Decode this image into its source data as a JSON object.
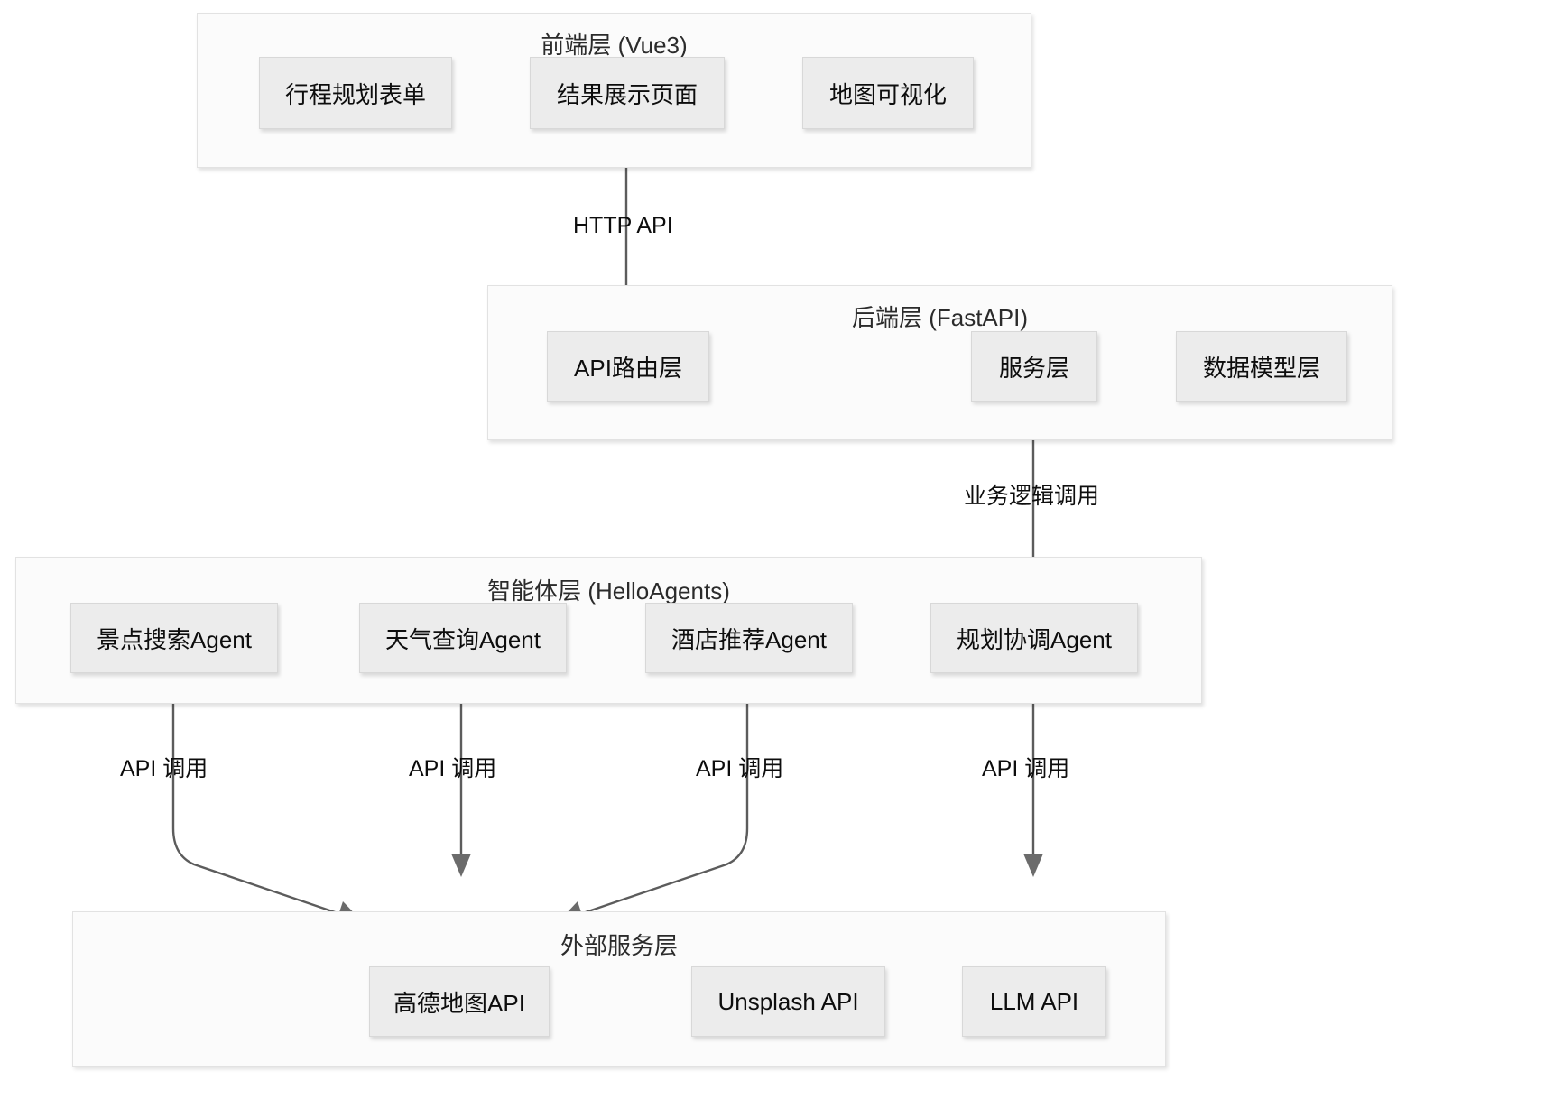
{
  "diagram": {
    "title": "Travel Planning System Architecture",
    "background": "#ffffff",
    "node_fill": "#ececec",
    "node_border": "#d8d8d8",
    "layer_fill": "#fbfbfb",
    "layer_border": "#e2e2e2",
    "edge_color": "#5c5c5c"
  },
  "layers": [
    {
      "id": "frontend",
      "title": "前端层 (Vue3)",
      "nodes": [
        {
          "id": "trip-form",
          "label": "行程规划表单"
        },
        {
          "id": "result-page",
          "label": "结果展示页面"
        },
        {
          "id": "map-vis",
          "label": "地图可视化"
        }
      ]
    },
    {
      "id": "backend",
      "title": "后端层 (FastAPI)",
      "nodes": [
        {
          "id": "api-router",
          "label": "API路由层"
        },
        {
          "id": "service",
          "label": "服务层"
        },
        {
          "id": "data-model",
          "label": "数据模型层"
        }
      ]
    },
    {
      "id": "agent",
      "title": "智能体层 (HelloAgents)",
      "nodes": [
        {
          "id": "spot-agent",
          "label": "景点搜索Agent"
        },
        {
          "id": "weather-agent",
          "label": "天气查询Agent"
        },
        {
          "id": "hotel-agent",
          "label": "酒店推荐Agent"
        },
        {
          "id": "planner-agent",
          "label": "规划协调Agent"
        }
      ]
    },
    {
      "id": "external",
      "title": "外部服务层",
      "nodes": [
        {
          "id": "amap-api",
          "label": "高德地图API"
        },
        {
          "id": "unsplash-api",
          "label": "Unsplash API"
        },
        {
          "id": "llm-api",
          "label": "LLM API"
        }
      ]
    }
  ],
  "edges": [
    {
      "id": "e-http",
      "from": "result-page",
      "to": "api-router",
      "label": "HTTP API"
    },
    {
      "id": "e-business",
      "from": "service",
      "to": "planner-agent",
      "label": "业务逻辑调用"
    },
    {
      "id": "e-spot",
      "from": "spot-agent",
      "to": "amap-api",
      "label": "API 调用"
    },
    {
      "id": "e-weather",
      "from": "weather-agent",
      "to": "amap-api",
      "label": "API 调用"
    },
    {
      "id": "e-hotel",
      "from": "hotel-agent",
      "to": "amap-api",
      "label": "API 调用"
    },
    {
      "id": "e-planner",
      "from": "planner-agent",
      "to": "llm-api",
      "label": "API 调用"
    }
  ]
}
